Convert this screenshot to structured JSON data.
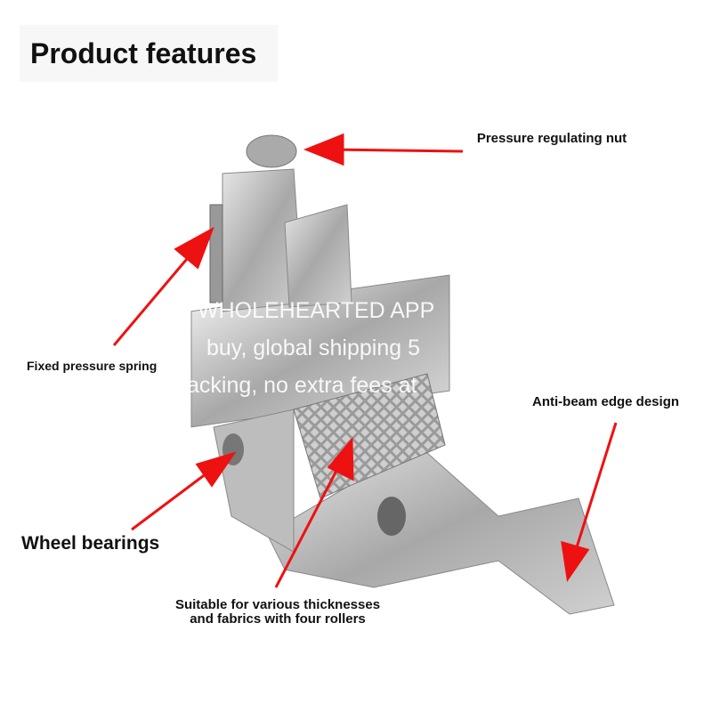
{
  "title": "Product features",
  "labels": {
    "nut": "Pressure regulating nut",
    "spring": "Fixed pressure spring",
    "edge": "Anti-beam edge design",
    "bearings": "Wheel bearings",
    "rollers": "Suitable for various thicknesses and fabrics with four rollers"
  },
  "watermark": [
    "WHOLEHEARTED APP",
    "buy, global shipping 5",
    "acking, no extra fees at"
  ],
  "colors": {
    "arrow": "#ee1111",
    "metal": "#b8b8b8"
  }
}
